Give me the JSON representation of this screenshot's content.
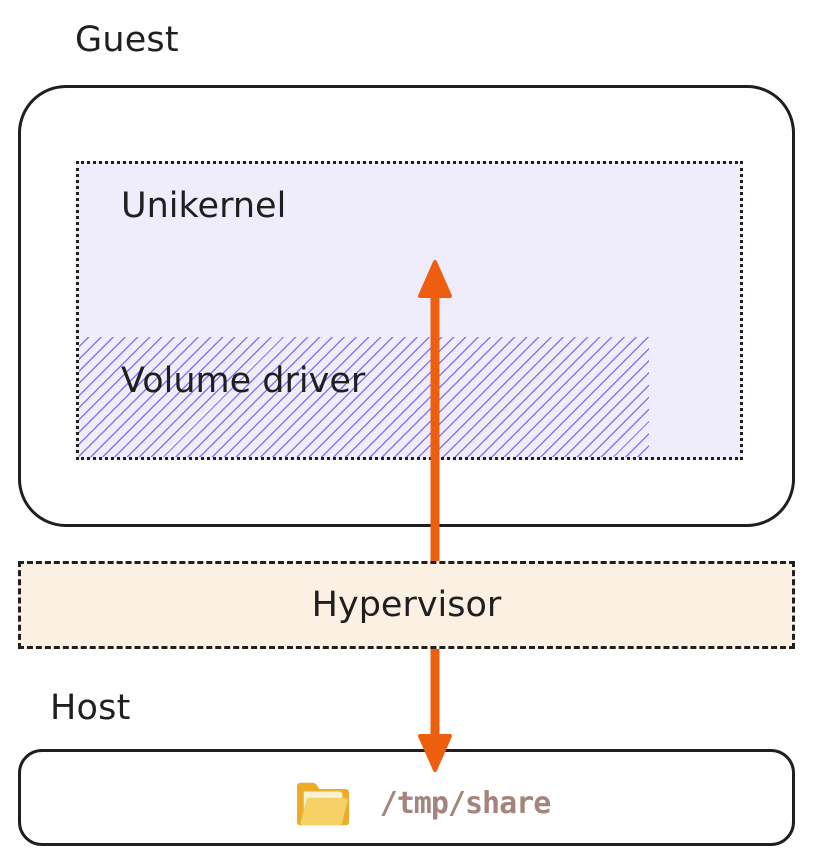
{
  "guest": {
    "label": "Guest",
    "unikernel": {
      "label": "Unikernel"
    },
    "volume_driver": {
      "label": "Volume driver"
    }
  },
  "hypervisor": {
    "label": "Hypervisor"
  },
  "host": {
    "label": "Host",
    "share": {
      "path": "/tmp/share",
      "icon": "open-folder-icon"
    }
  },
  "arrow": {
    "direction": "bidirectional-vertical"
  },
  "colors": {
    "outline": "#1f1f1f",
    "unikernel-bg": "#efedfb",
    "hatch": "#8d76ec",
    "hypervisor-bg": "#fbf0e2",
    "arrow": "#ed5e0f",
    "path-text": "#a5847b",
    "folder-back": "#edac27",
    "folder-front": "#f5d168",
    "folder-paper": "#faf1d3"
  }
}
